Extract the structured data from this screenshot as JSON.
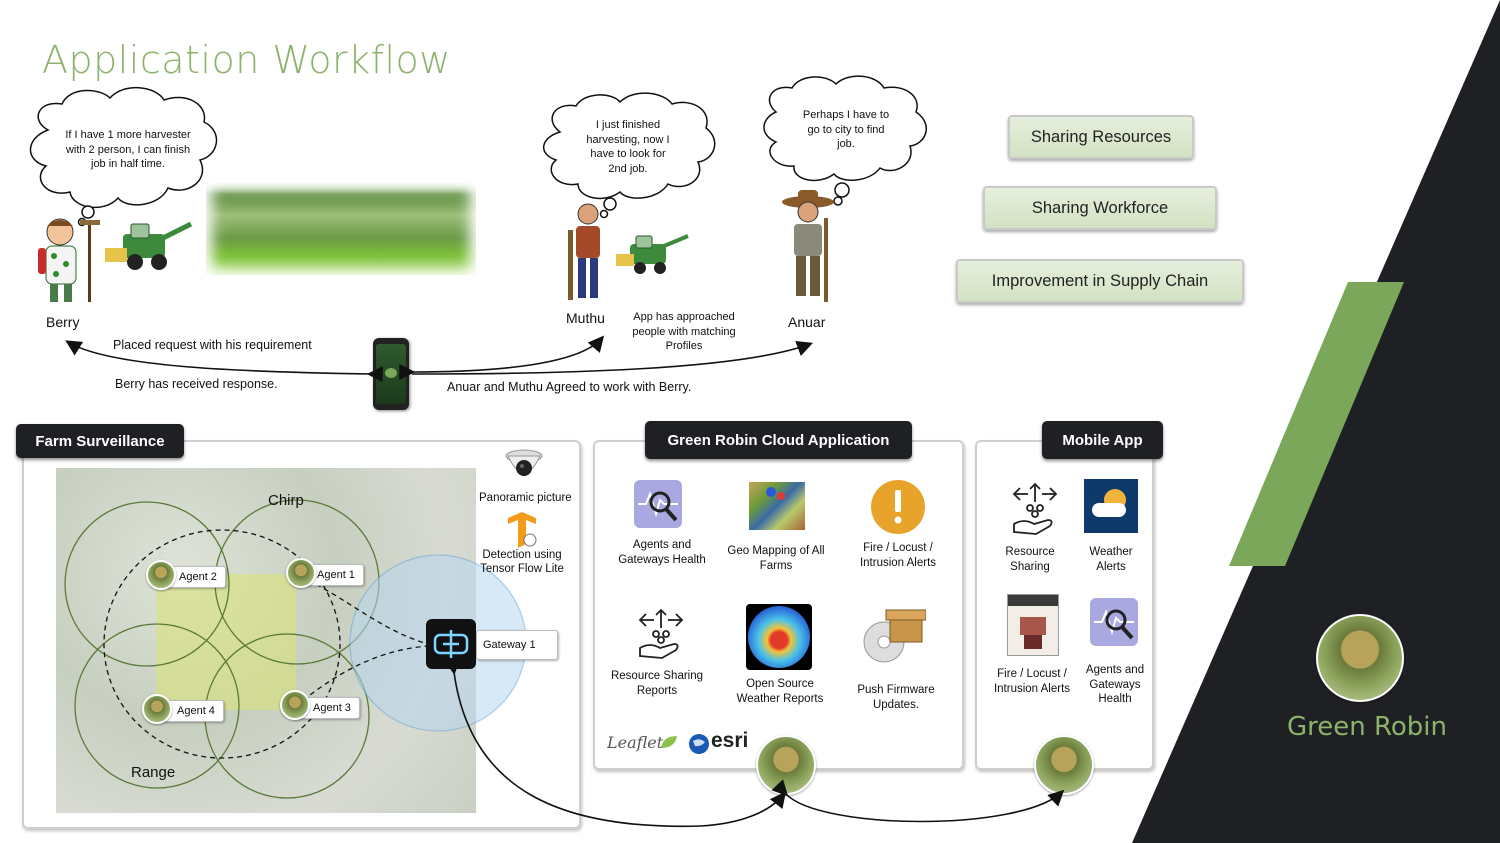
{
  "title": "Application Workflow",
  "bubbles": {
    "berry": "If I have 1 more harvester with 2 person, I can finish job in half time.",
    "muthu": "I just finished harvesting, now I have to look for 2nd job.",
    "anuar": "Perhaps I have to go to city to find job."
  },
  "people": {
    "berry": "Berry",
    "muthu": "Muthu",
    "anuar": "Anuar"
  },
  "notes": {
    "placed_request": "Placed request with his requirement",
    "berry_received": "Berry has received response.",
    "app_approached": "App has approached people with matching Profiles",
    "agreed": "Anuar and Muthu Agreed to work with Berry."
  },
  "benefits": [
    "Sharing Resources",
    "Sharing Workforce",
    "Improvement in Supply Chain"
  ],
  "farm": {
    "tab": "Farm  Surveillance",
    "chirp": "Chirp",
    "range": "Range",
    "agents": [
      "Agent 2",
      "Agent 1",
      "Agent 4",
      "Agent 3"
    ],
    "gateway": "Gateway 1",
    "panoramic": "Panoramic picture",
    "detection": "Detection using Tensor Flow Lite"
  },
  "cloud": {
    "tab": "Green Robin Cloud Application",
    "features": [
      "Agents and Gateways Health",
      "Geo Mapping of All Farms",
      "Fire / Locust / Intrusion Alerts",
      "Resource Sharing Reports",
      "Open Source Weather Reports",
      "Push Firmware Updates."
    ],
    "leaflet": "Leaflet",
    "esri": "esri"
  },
  "mobile": {
    "tab": "Mobile App",
    "features": [
      "Resource Sharing",
      "Weather Alerts",
      "Fire / Locust / Intrusion Alerts",
      "Agents and Gateways Health"
    ]
  },
  "brand": "Green Robin",
  "colors": {
    "accent_green": "#8db26b",
    "dark": "#1f2024",
    "stripe": "#7aa75a"
  }
}
